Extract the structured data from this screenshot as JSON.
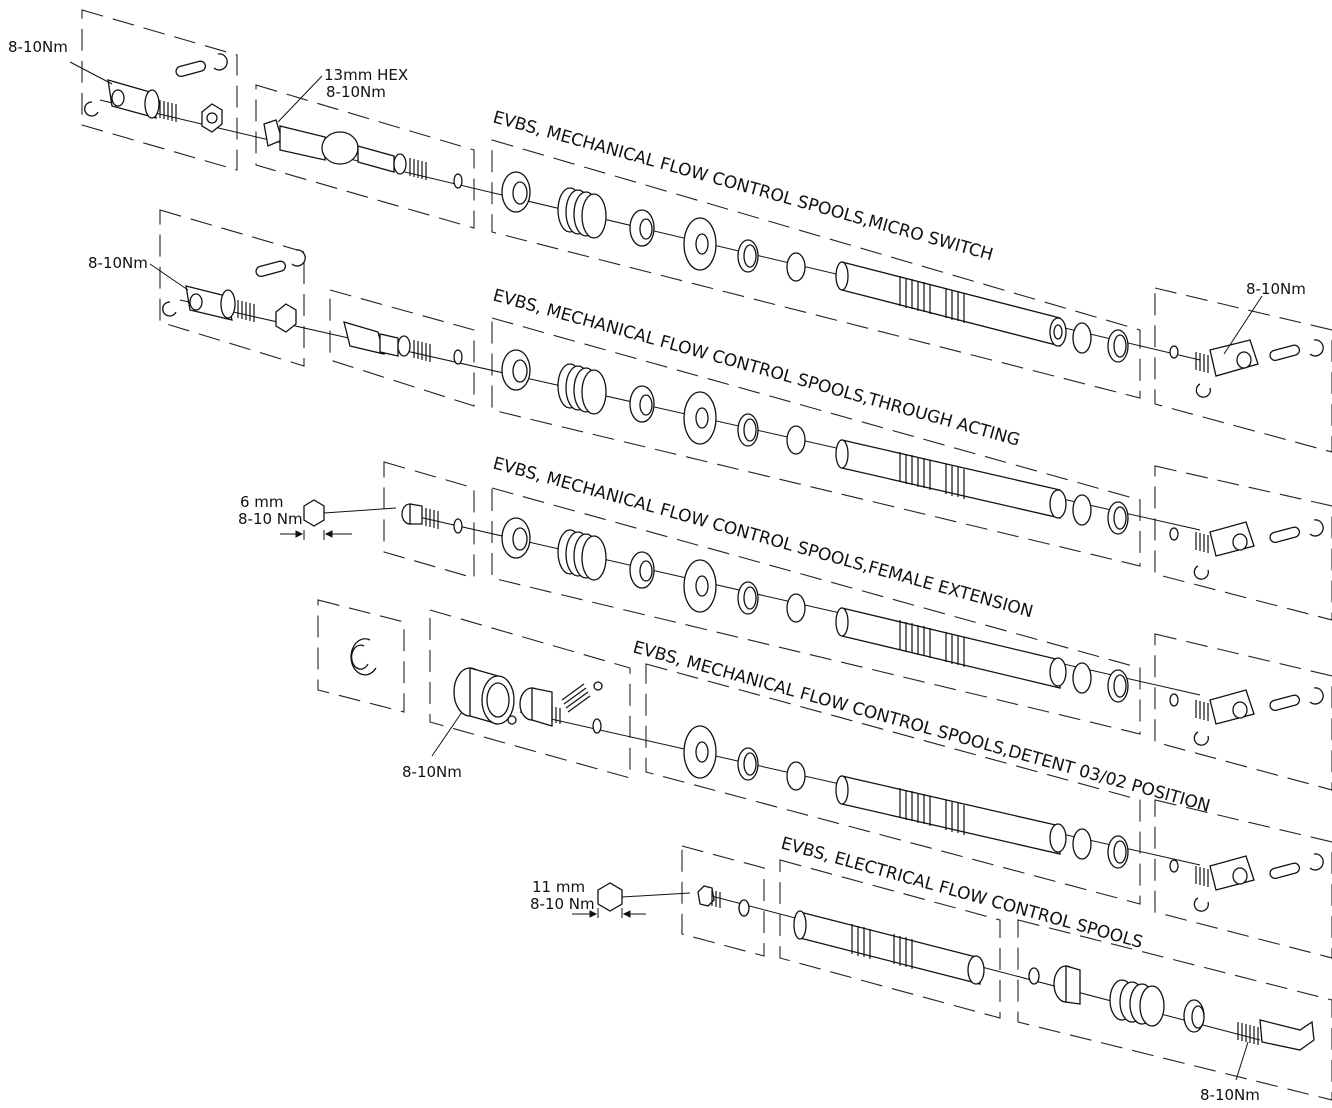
{
  "sections": [
    {
      "title": "EVBS, MECHANICAL FLOW CONTROL SPOOLS,MICRO SWITCH"
    },
    {
      "title": "EVBS, MECHANICAL FLOW CONTROL SPOOLS,THROUGH ACTING"
    },
    {
      "title": "EVBS, MECHANICAL FLOW CONTROL SPOOLS,FEMALE EXTENSION"
    },
    {
      "title": "EVBS, MECHANICAL FLOW CONTROL SPOOLS,DETENT 03/02 POSITION"
    },
    {
      "title": "EVBS, ELECTRICAL FLOW CONTROL SPOOLS"
    }
  ],
  "labels": {
    "torque": "8-10Nm",
    "hex13": "13mm HEX",
    "hex6_size": "6 mm",
    "hex11_size": "11 mm",
    "torque_spaced": "8-10 Nm"
  }
}
